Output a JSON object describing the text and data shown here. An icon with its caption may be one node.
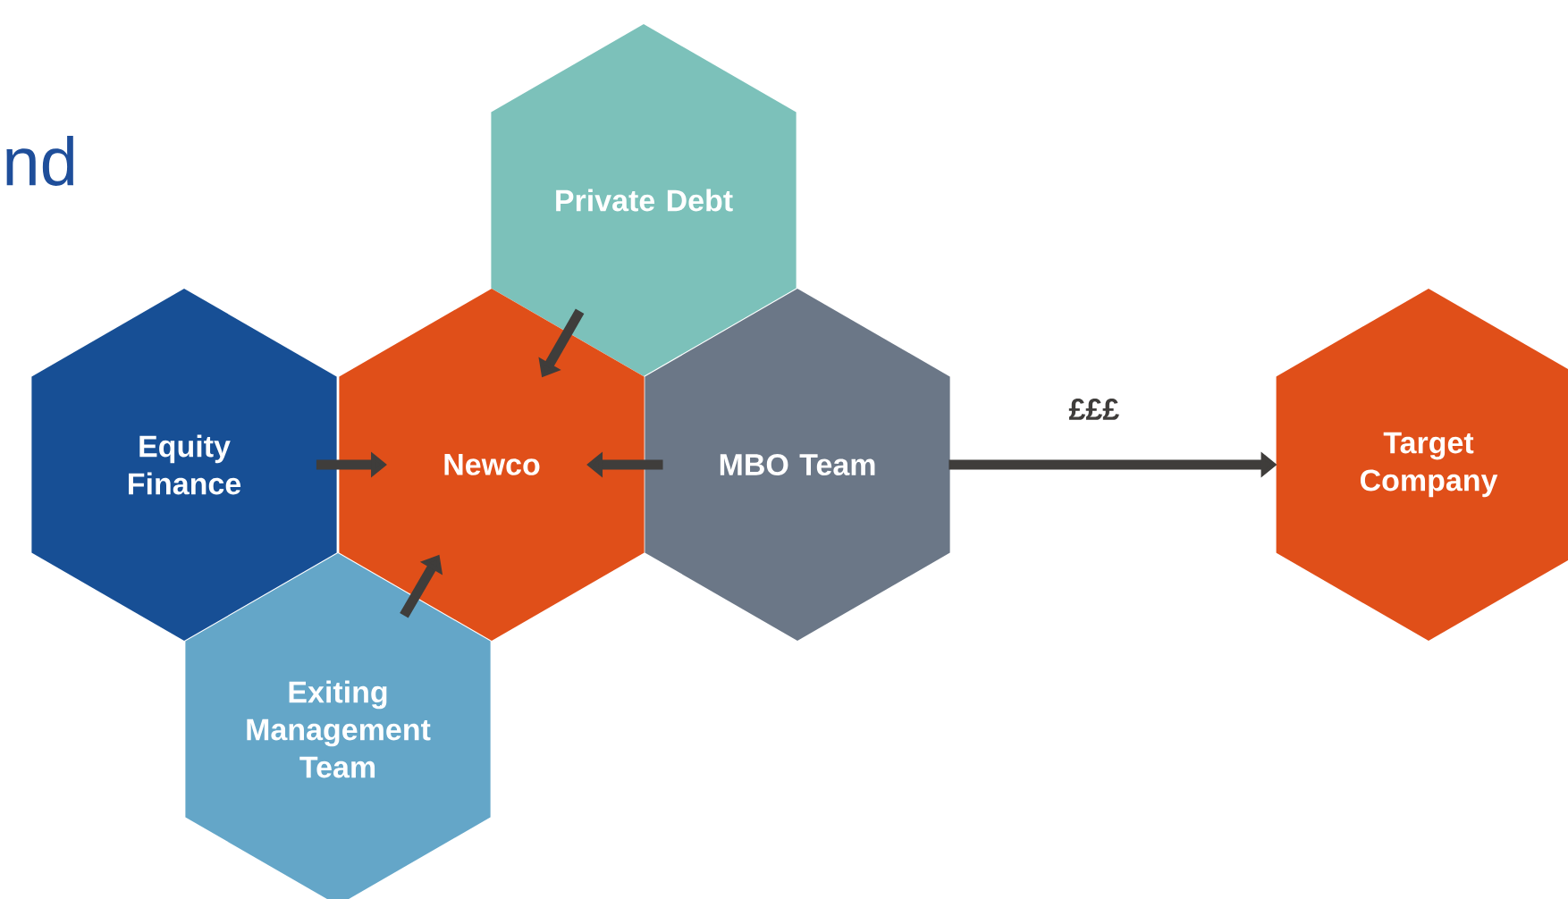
{
  "diagram": {
    "title": "nd",
    "nodes": [
      {
        "text": [
          "Private Debt"
        ]
      },
      {
        "text": [
          "Equity Finance"
        ]
      },
      {
        "text": [
          "Newco"
        ]
      },
      {
        "text": [
          "MBO Team"
        ]
      },
      {
        "text": [
          "Target Company"
        ]
      },
      {
        "text": [
          "Exiting Management Team"
        ]
      }
    ],
    "edges": [
      {
        "from": 0,
        "to": 2,
        "arrow": "to"
      },
      {
        "from": 1,
        "to": 2,
        "arrow": "to"
      },
      {
        "from": 3,
        "to": 2,
        "arrow": "to"
      },
      {
        "from": 5,
        "to": 2,
        "arrow": "to"
      },
      {
        "from": 3,
        "to": 4,
        "arrow": "to",
        "label": "£££"
      }
    ]
  }
}
